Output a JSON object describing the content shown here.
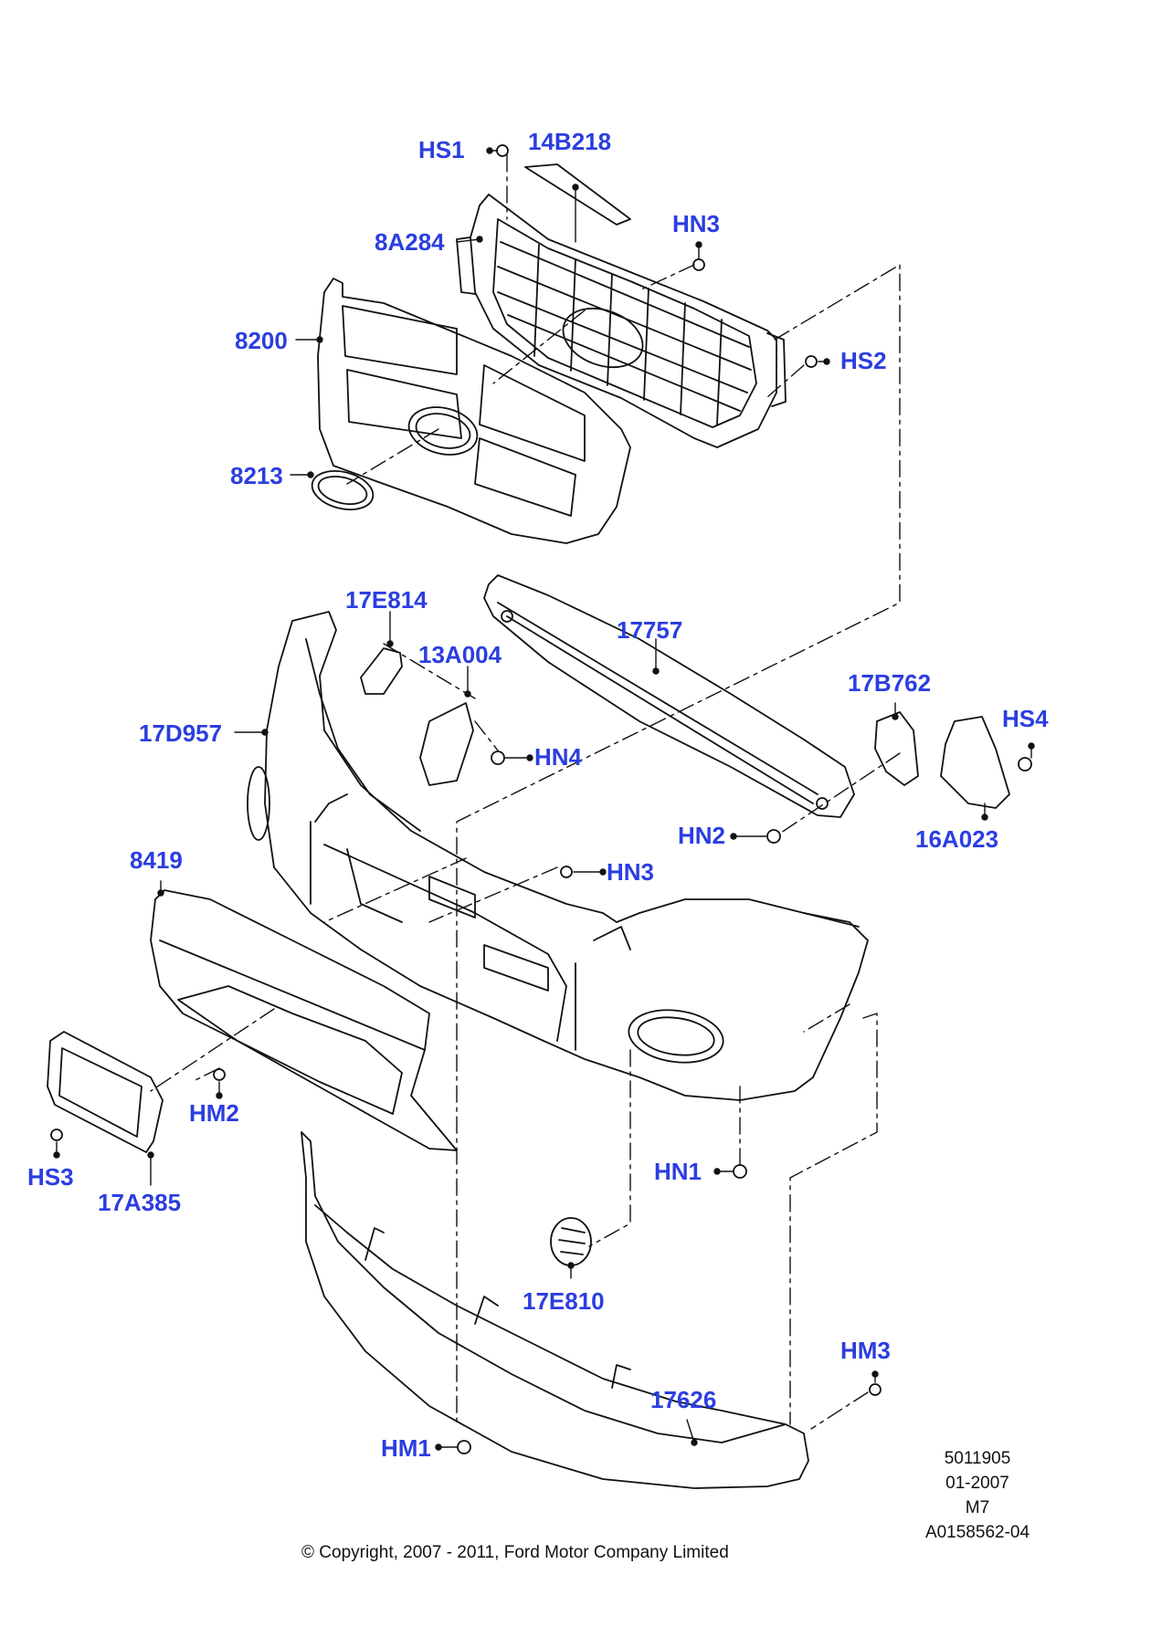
{
  "colors": {
    "callout_text": "#2b3ee0",
    "line": "#111111",
    "background": "#ffffff"
  },
  "callouts": {
    "hs1": "HS1",
    "p14b218": "14B218",
    "hn3_top": "HN3",
    "p8a284": "8A284",
    "hs2": "HS2",
    "p8200": "8200",
    "p8213": "8213",
    "p17e814": "17E814",
    "p13a004": "13A004",
    "p17757": "17757",
    "p17d957": "17D957",
    "hn4": "HN4",
    "p17b762": "17B762",
    "hs4": "HS4",
    "hn2": "HN2",
    "p16a023": "16A023",
    "p8419": "8419",
    "hn3_mid": "HN3",
    "hm2": "HM2",
    "hs3": "HS3",
    "p17a385": "17A385",
    "hn1": "HN1",
    "p17e810": "17E810",
    "hm3": "HM3",
    "p17626": "17626",
    "hm1": "HM1"
  },
  "footer": {
    "line1": "5011905",
    "line2": "01-2007",
    "line3": "M7",
    "line4": "A0158562-04",
    "copyright": "© Copyright, 2007 - 2011, Ford Motor Company Limited"
  }
}
